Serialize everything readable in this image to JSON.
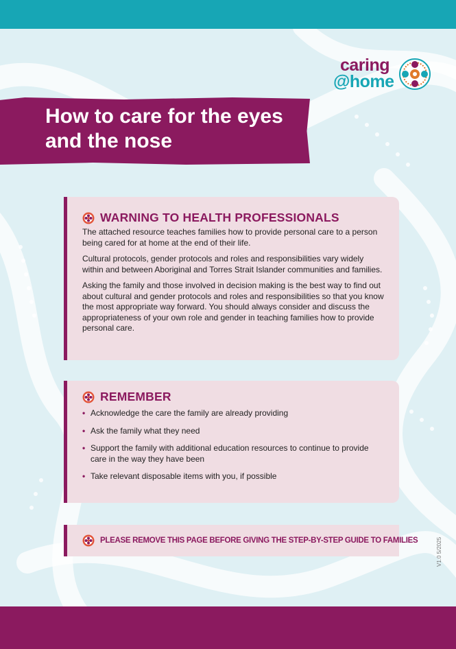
{
  "title": "How to care for the eyes and the nose",
  "logo": {
    "word_line1": "caring",
    "word_line2": "@home"
  },
  "warning": {
    "heading": "WARNING TO HEALTH PROFESSIONALS",
    "paragraphs": [
      "The attached resource teaches families how to provide personal care to a person being cared for at home at the end of their life.",
      "Cultural protocols, gender protocols and roles and responsibilities vary widely within and between Aboriginal and Torres Strait Islander communities and families.",
      "Asking the family and those involved in decision making is the best way to find out about cultural and gender protocols and roles and responsibilities so that you know the most appropriate way forward. You should always consider and discuss the appropriateness of your own role and gender in teaching families how to provide personal care."
    ]
  },
  "remember": {
    "heading": "REMEMBER",
    "items": [
      "Acknowledge the care the family are already providing",
      "Ask the family what they need",
      "Support the family with additional education resources to continue to provide care in the way they have been",
      "Take relevant disposable items with you, if possible"
    ]
  },
  "notice": "PLEASE REMOVE THIS PAGE BEFORE GIVING THE STEP-BY-STEP GUIDE TO FAMILIES",
  "version": "V1.0 5/2025",
  "colors": {
    "primary": "#8b1a5f",
    "teal": "#17a6b5",
    "box_bg": "#f0dde3",
    "page_bg": "#dff0f4"
  }
}
